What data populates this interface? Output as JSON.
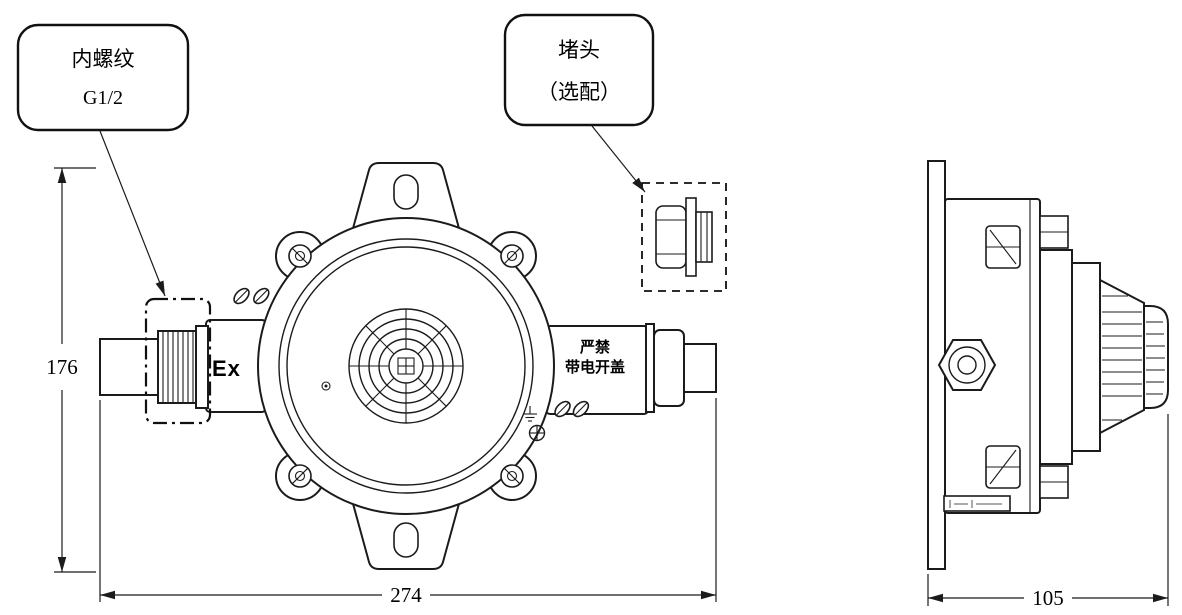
{
  "callouts": {
    "thread": {
      "title": "内螺纹",
      "spec": "G1/2"
    },
    "plug": {
      "title": "堵头",
      "note": "（选配）"
    }
  },
  "dimensions": {
    "height": "176",
    "width": "274",
    "depth": "105"
  },
  "markings": {
    "ex_label": "Ex",
    "warning_line1": "严禁",
    "warning_line2": "带电开盖"
  }
}
